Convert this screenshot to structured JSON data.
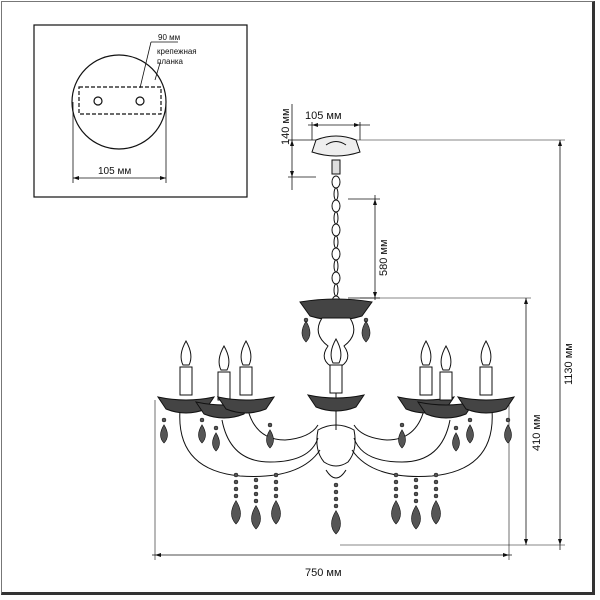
{
  "inset": {
    "label_90": "90 мм",
    "label_bracket_line1": "крепежная",
    "label_bracket_line2": "планка",
    "label_105": "105 мм"
  },
  "dimensions": {
    "canopy_width": "105 мм",
    "canopy_height": "140 мм",
    "chain_length": "580 мм",
    "total_height": "1130 мм",
    "body_height": "410 мм",
    "total_width": "750 мм"
  },
  "colors": {
    "line": "#111111",
    "glass": "#ffffff",
    "crystal": "#555555"
  }
}
